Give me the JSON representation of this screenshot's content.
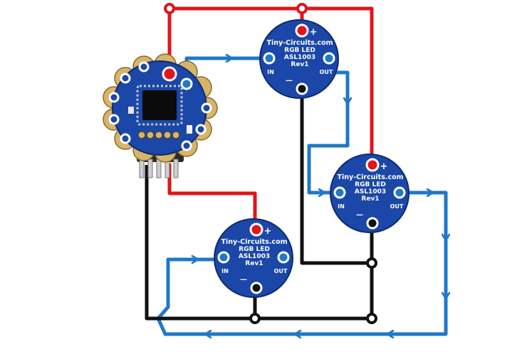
{
  "colors": {
    "power": "#e3141b",
    "data": "#1f78c8",
    "ground": "#111111",
    "board_ring": "#d6b46a",
    "pcb": "#1b47a8",
    "pcb_edge": "#0e2a72",
    "label_text": "#ffffff"
  },
  "modules": [
    {
      "brand": "Tiny-Circuits.com",
      "product": "RGB LED",
      "part": "ASL1003",
      "rev": "Rev1",
      "in_label": "IN",
      "out_label": "OUT",
      "plus_label": "+",
      "minus_label": "—"
    },
    {
      "brand": "Tiny-Circuits.com",
      "product": "RGB LED",
      "part": "ASL1003",
      "rev": "Rev1",
      "in_label": "IN",
      "out_label": "OUT",
      "plus_label": "+",
      "minus_label": "—"
    },
    {
      "brand": "Tiny-Circuits.com",
      "product": "RGB LED",
      "part": "ASL1003",
      "rev": "Rev1",
      "in_label": "IN",
      "out_label": "OUT",
      "plus_label": "+",
      "minus_label": "—"
    }
  ],
  "controller": {
    "icon": "microcontroller-chip-icon",
    "pin_count": 5
  }
}
